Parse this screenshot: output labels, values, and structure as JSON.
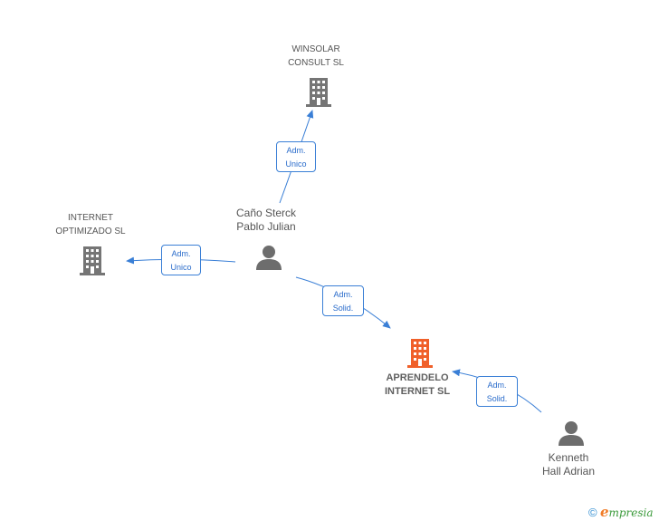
{
  "nodes": {
    "winsolar": {
      "line1": "WINSOLAR",
      "line2": "CONSULT SL"
    },
    "internet_optimizado": {
      "line1": "INTERNET",
      "line2": "OPTIMIZADO SL"
    },
    "cano_sterck": {
      "line1": "Caño Sterck",
      "line2": "Pablo Julian"
    },
    "aprendelo": {
      "line1": "APRENDELO",
      "line2": "INTERNET SL"
    },
    "kenneth": {
      "line1": "Kenneth",
      "line2": "Hall Adrian"
    }
  },
  "edges": {
    "to_winsolar": {
      "line1": "Adm.",
      "line2": "Unico"
    },
    "to_internet_optimizado": {
      "line1": "Adm.",
      "line2": "Unico"
    },
    "cano_to_aprendelo": {
      "line1": "Adm.",
      "line2": "Solid."
    },
    "kenneth_to_aprendelo": {
      "line1": "Adm.",
      "line2": "Solid."
    }
  },
  "colors": {
    "company": "#757575",
    "highlight_company": "#f0602a",
    "person": "#6d6d6d",
    "edge": "#3a7fd6"
  },
  "footer": {
    "symbol": "©",
    "brand_initial": "e",
    "brand_rest": "mpresia"
  }
}
